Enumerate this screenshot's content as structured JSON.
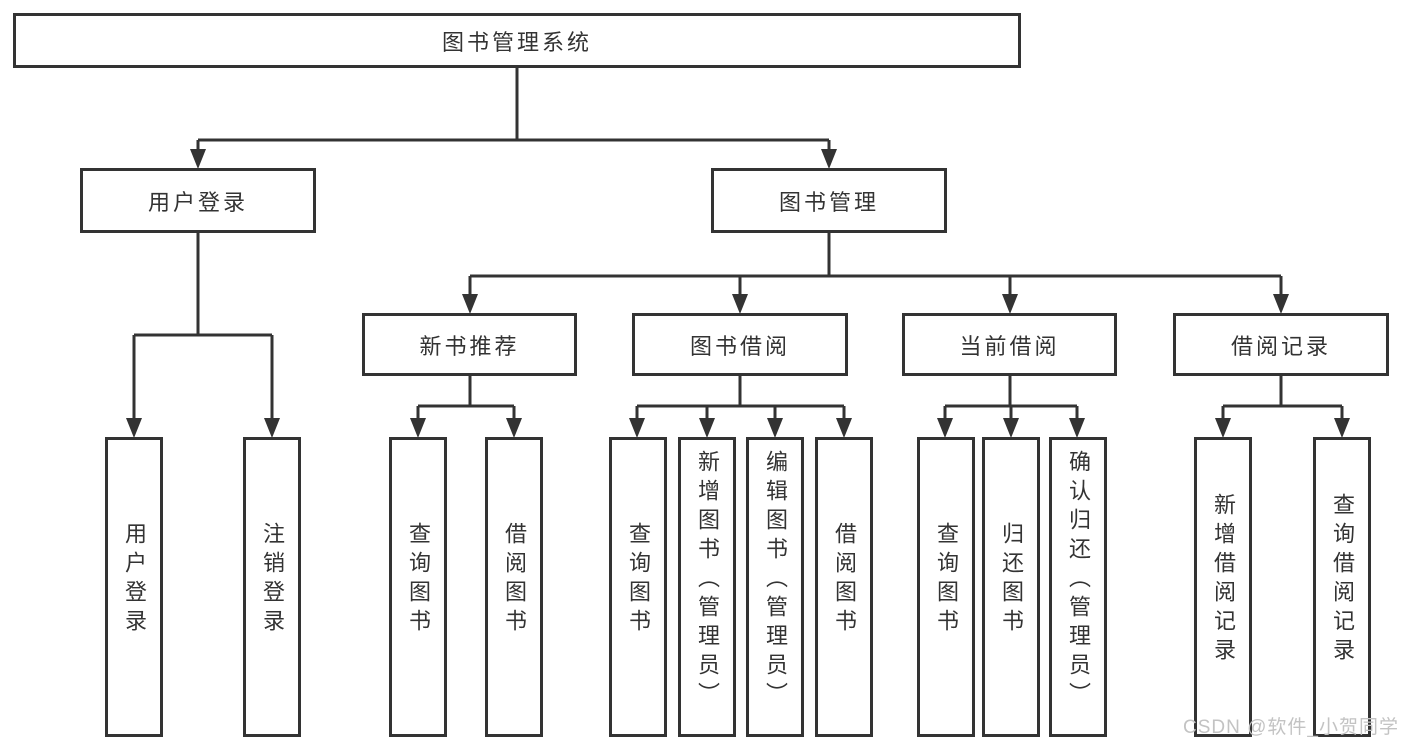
{
  "diagram_type": "hierarchy-tree",
  "tree": {
    "label": "图书管理系统",
    "children": [
      {
        "label": "用户登录",
        "children": [
          {
            "label": "用户登录"
          },
          {
            "label": "注销登录"
          }
        ]
      },
      {
        "label": "图书管理",
        "children": [
          {
            "label": "新书推荐",
            "children": [
              {
                "label": "查询图书"
              },
              {
                "label": "借阅图书"
              }
            ]
          },
          {
            "label": "图书借阅",
            "children": [
              {
                "label": "查询图书"
              },
              {
                "label": "新增图书（管理员）"
              },
              {
                "label": "编辑图书（管理员）"
              },
              {
                "label": "借阅图书"
              }
            ]
          },
          {
            "label": "当前借阅",
            "children": [
              {
                "label": "查询图书"
              },
              {
                "label": "归还图书"
              },
              {
                "label": "确认归还（管理员）"
              }
            ]
          },
          {
            "label": "借阅记录",
            "children": [
              {
                "label": "新增借阅记录"
              },
              {
                "label": "查询借阅记录"
              }
            ]
          }
        ]
      }
    ]
  },
  "watermark": "CSDN @软件_小贺同学",
  "colors": {
    "line": "#333333",
    "box_border": "#333333",
    "box_background": "#ffffff",
    "text": "#333333",
    "watermark": "#c3c3c3",
    "page_background": "#ffffff"
  }
}
